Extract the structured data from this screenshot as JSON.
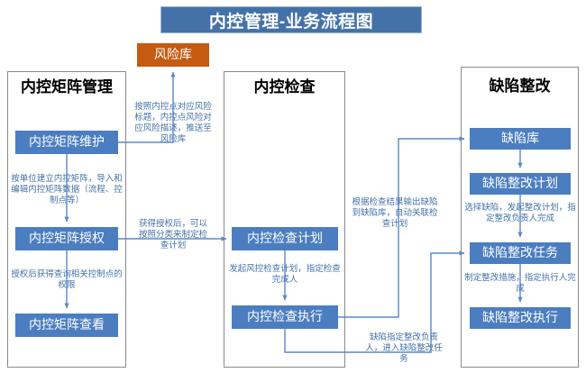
{
  "header": {
    "title": "内控管理-业务流程图",
    "title_bg": "#4472a8",
    "title_color": "#ffffff"
  },
  "colors": {
    "process_blue": "#4b7ec0",
    "risk_orange": "#c55a11",
    "note_text": "#4472a8",
    "panel_border": "#8a8a8a",
    "connector": "#5b89c4"
  },
  "risk_repository": {
    "label": "风险库",
    "color": "#c55a11"
  },
  "panels": [
    {
      "id": "matrix",
      "title": "内控矩阵管理",
      "boxes": [
        {
          "id": "matrix-maintain",
          "label": "内控矩阵维护"
        },
        {
          "id": "matrix-authorize",
          "label": "内控矩阵授权"
        },
        {
          "id": "matrix-view",
          "label": "内控矩阵查看"
        }
      ],
      "notes": [
        {
          "id": "note-matrix-build",
          "text": "按单位建立内控矩阵，导入和编辑内控矩阵数据（流程、控制点等）"
        },
        {
          "id": "note-matrix-auth",
          "text": "授权后获得查询相关控制点的权限"
        }
      ]
    },
    {
      "id": "inspection",
      "title": "内控检查",
      "boxes": [
        {
          "id": "inspect-plan",
          "label": "内控检查计划"
        },
        {
          "id": "inspect-execute",
          "label": "内控检查执行"
        }
      ],
      "notes": [
        {
          "id": "note-inspect-plan",
          "text": "发起风控检查计划，指定检查完成人"
        }
      ]
    },
    {
      "id": "defect",
      "title": "缺陷整改",
      "boxes": [
        {
          "id": "defect-repo",
          "label": "缺陷库"
        },
        {
          "id": "defect-plan",
          "label": "缺陷整改计划"
        },
        {
          "id": "defect-task",
          "label": "缺陷整改任务"
        },
        {
          "id": "defect-execute",
          "label": "缺陷整改执行"
        }
      ],
      "notes": [
        {
          "id": "note-defect-plan",
          "text": "选择缺陷，发起整改计划，指定整改负责人完成"
        },
        {
          "id": "note-defect-task",
          "text": "制定整改措施，指定执行人完成"
        }
      ]
    }
  ],
  "cross_notes": [
    {
      "id": "note-risk-push",
      "text": "按照内控点对应风险标题，内控点风险对应风险描述，推送至风险库"
    },
    {
      "id": "note-auth-plan",
      "text": "获得授权后，可以按照分类来制定检查计划"
    },
    {
      "id": "note-defect-output",
      "text": "根据检查结果输出缺陷到缺陷库，自动关联检查计划"
    },
    {
      "id": "note-defect-assign",
      "text": "缺陷指定整改负责人，进入缺陷整改任务"
    }
  ]
}
